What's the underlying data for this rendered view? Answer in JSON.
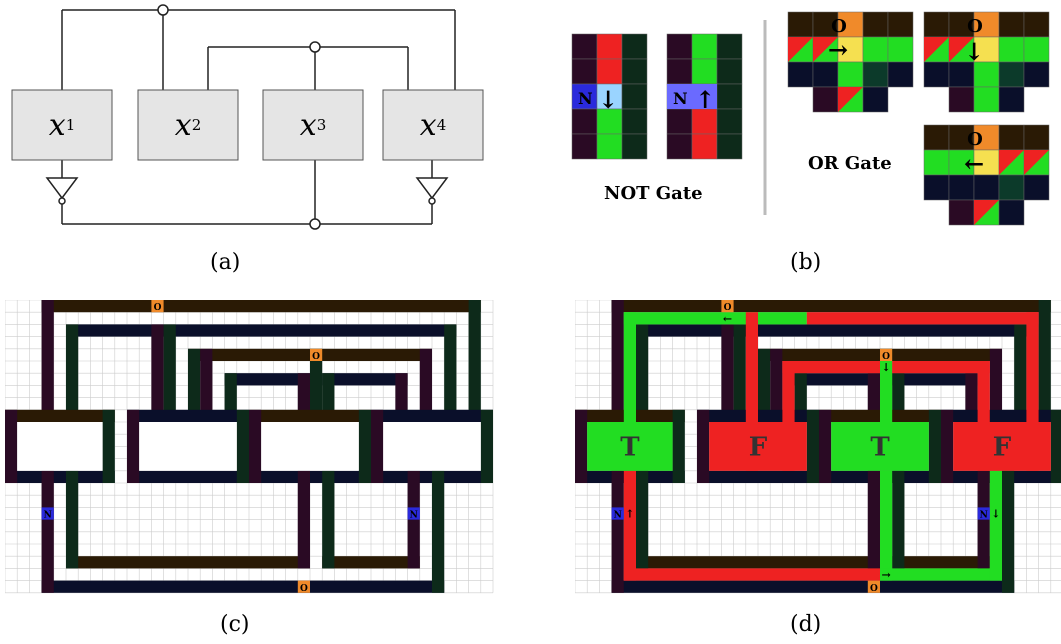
{
  "panels": {
    "a": {
      "label": "(a)",
      "blocks": [
        {
          "var": "x",
          "sub": "1"
        },
        {
          "var": "x",
          "sub": "2"
        },
        {
          "var": "x",
          "sub": "3"
        },
        {
          "var": "x",
          "sub": "4"
        }
      ]
    },
    "b": {
      "label": "(b)",
      "not_gate_label": "NOT Gate",
      "or_gate_label": "OR Gate",
      "not_symbol": "N",
      "or_symbol": "O",
      "arrows": {
        "down": "↓",
        "up": "↑",
        "right": "→",
        "left": "←"
      }
    },
    "c": {
      "label": "(c)",
      "or_symbol": "O",
      "not_symbol": "N"
    },
    "d": {
      "label": "(d)",
      "values": [
        "T",
        "F",
        "T",
        "F"
      ],
      "or_symbol": "O",
      "not_symbol": "N"
    }
  },
  "colors": {
    "true_green": "#22dd22",
    "false_red": "#ee2222",
    "wire_dark_green": "#0d2a1a",
    "wire_dark_brown": "#2a1a05",
    "wire_dark_navy": "#0a0f2a",
    "wire_dark_purple": "#2a0a24",
    "not_blue": "#2a2adc",
    "or_orange": "#f08a2a",
    "block_gray": "#e5e5e5"
  }
}
